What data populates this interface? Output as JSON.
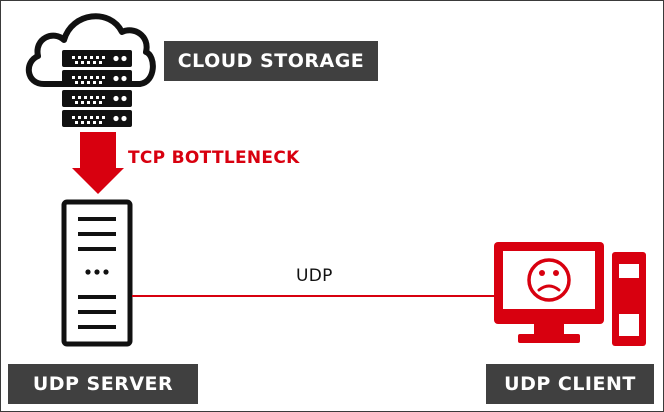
{
  "labels": {
    "cloud_storage": "CLOUD STORAGE",
    "tcp_bottleneck": "TCP BOTTLENECK",
    "udp_link": "UDP",
    "udp_server": "UDP SERVER",
    "udp_client": "UDP CLIENT"
  },
  "colors": {
    "accent_red": "#d8000f",
    "label_bg": "#404040",
    "label_text": "#ffffff",
    "outline": "#111111"
  },
  "icons": {
    "cloud": "cloud-storage-icon",
    "server": "server-tower-icon",
    "client": "sad-computer-icon",
    "arrow": "down-arrow-icon"
  }
}
